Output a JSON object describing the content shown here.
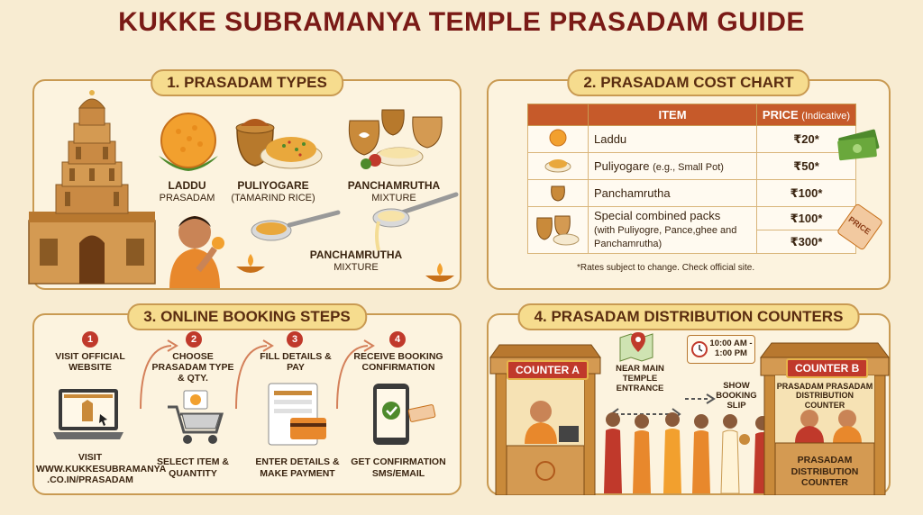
{
  "title": "KUKKE SUBRAMANYA TEMPLE PRASADAM GUIDE",
  "types": {
    "heading": "1. PRASADAM TYPES",
    "laddu": {
      "name": "LADDU",
      "sub": "PRASADAM"
    },
    "puliyogare": {
      "name": "PULIYOGARE",
      "sub": "(TAMARIND RICE)"
    },
    "panch1": {
      "name": "PANCHAMRUTHA",
      "sub": "MIXTURE"
    },
    "panch2": {
      "name": "PANCHAMRUTHA",
      "sub": "MIXTURE"
    }
  },
  "cost": {
    "heading": "2. PRASADAM COST CHART",
    "col_item": "ITEM",
    "col_price": "PRICE",
    "col_price_note": "(Indicative)",
    "rows": [
      {
        "item": "Laddu",
        "note": "",
        "price": "₹20*"
      },
      {
        "item": "Puliyogare",
        "note": "(e.g., Small Pot)",
        "price": "₹50*"
      },
      {
        "item": "Panchamrutha",
        "note": "",
        "price": "₹100*"
      }
    ],
    "combo_item": "Special combined packs",
    "combo_note": "(with Puliyogre, Pance,ghee and Panchamrutha)",
    "combo_price1": "₹100*",
    "combo_price2": "₹300*",
    "footnote": "*Rates subject to change. Check official site.",
    "tag": "PRICE"
  },
  "booking": {
    "heading": "3. ONLINE BOOKING STEPS",
    "steps": [
      {
        "num": "1",
        "title": "VISIT OFFICIAL WEBSITE",
        "bottom": "VISIT WWW.KUKKESUBRAMANYA .CO.IN/PRASADAM"
      },
      {
        "num": "2",
        "title": "CHOOSE PRASADAM TYPE & QTY.",
        "bottom": "SELECT ITEM & QUANTITY"
      },
      {
        "num": "3",
        "title": "FILL DETAILS & PAY",
        "bottom": "ENTER DETAILS & MAKE PAYMENT"
      },
      {
        "num": "4",
        "title": "RECEIVE BOOKING CONFIRMATION",
        "bottom": "GET CONFIRMATION SMS/EMAIL"
      }
    ]
  },
  "counters": {
    "heading": "4. PRASADAM DISTRIBUTION COUNTERS",
    "counter_a": "COUNTER A",
    "counter_b": "COUNTER B",
    "near": "NEAR MAIN TEMPLE ENTRANCE",
    "time": "10:00 AM - 1:00 PM",
    "show": "SHOW BOOKING SLIP",
    "b_top": "PRASADAM PRASADAM DISTRIBUTION COUNTER",
    "b_bottom": "PRASADAM DISTRIBUTION COUNTER"
  },
  "colors": {
    "title": "#7a1a16",
    "accent": "#c0392b",
    "gold": "#e6b34a",
    "header": "#c65a2a"
  }
}
